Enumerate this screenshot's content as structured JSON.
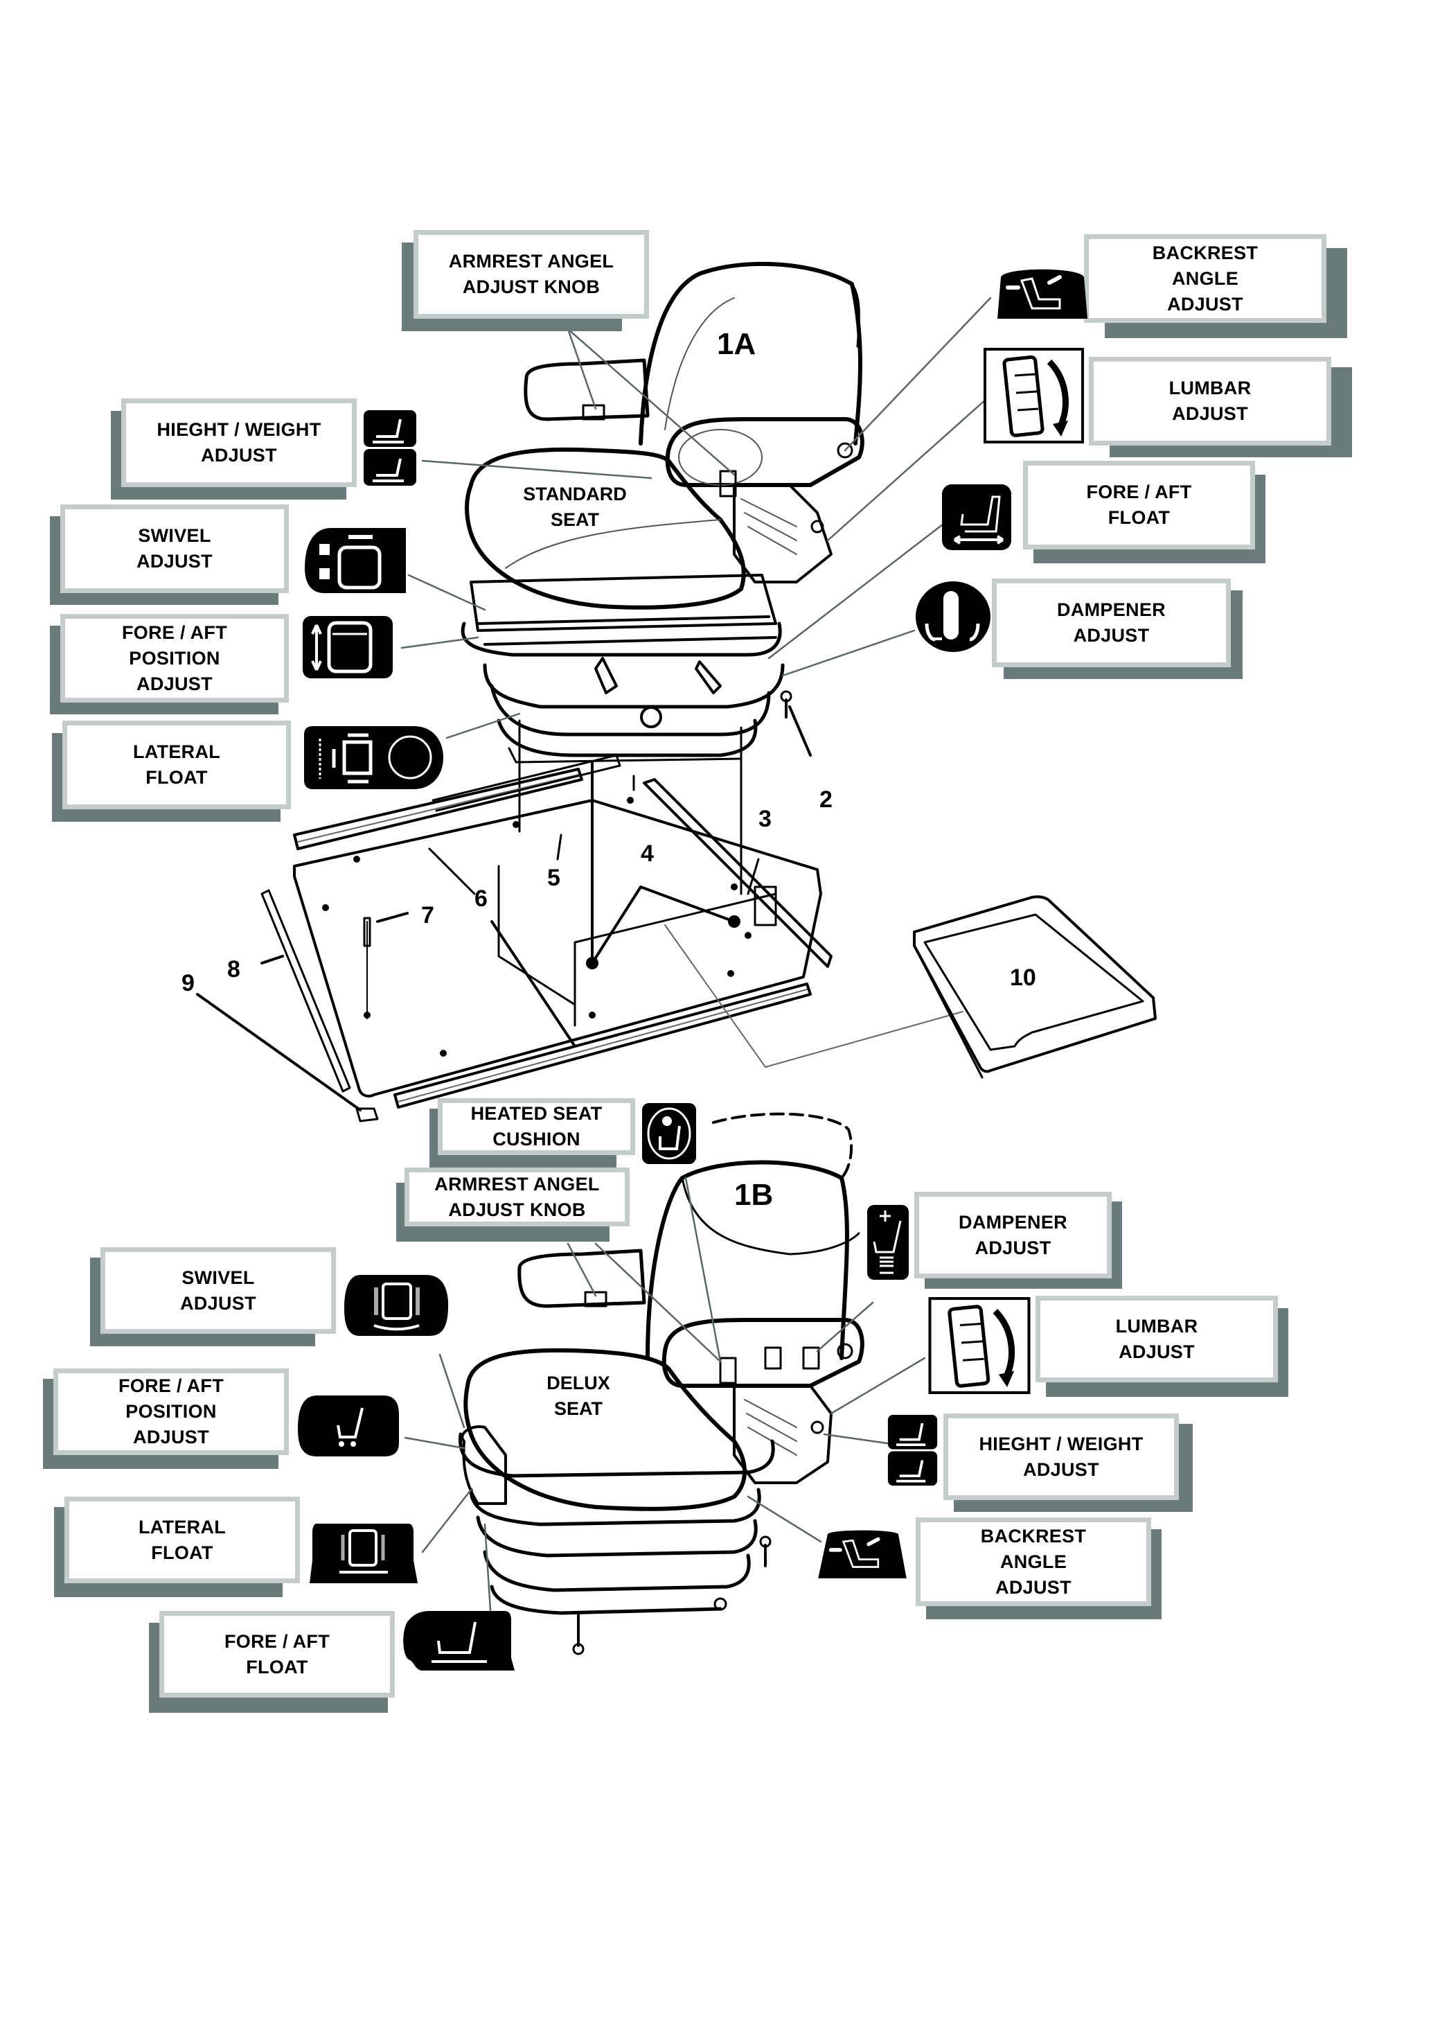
{
  "diagram": {
    "title_a": "1A",
    "title_b": "1B",
    "seat_a_name": "STANDARD\nSEAT",
    "seat_b_name": "DELUX\nSEAT",
    "colors": {
      "shadow": "#6b7b7c",
      "box_border": "#c5cdcc",
      "ink": "#000000"
    },
    "seat_1a_callouts": [
      {
        "id": "armrest-angle-adjust-knob",
        "label": "ARMREST ANGEL\nADJUST KNOB",
        "icon": "none"
      },
      {
        "id": "backrest-angle-adjust",
        "label": "BACKREST\nANGLE\nADJUST",
        "icon": "backrest-recline-icon"
      },
      {
        "id": "lumbar-adjust",
        "label": "LUMBAR\nADJUST",
        "icon": "lumbar-knob-icon"
      },
      {
        "id": "height-weight-adjust",
        "label": "HIEGHT / WEIGHT\nADJUST",
        "icon": "height-weight-icon"
      },
      {
        "id": "fore-aft-float",
        "label": "FORE / AFT\nFLOAT",
        "icon": "fore-aft-float-icon"
      },
      {
        "id": "swivel-adjust",
        "label": "SWIVEL\nADJUST",
        "icon": "swivel-lock-icon"
      },
      {
        "id": "dampener-adjust",
        "label": "DAMPENER\nADJUST",
        "icon": "dampener-dial-icon"
      },
      {
        "id": "fore-aft-position-adjust",
        "label": "FORE / AFT\nPOSITION\nADJUST",
        "icon": "fore-aft-position-icon"
      },
      {
        "id": "lateral-float",
        "label": "LATERAL\nFLOAT",
        "icon": "lateral-float-icon"
      }
    ],
    "part_numbers": [
      "2",
      "3",
      "4",
      "5",
      "6",
      "7",
      "8",
      "9",
      "10"
    ],
    "seat_1b_callouts": [
      {
        "id": "heated-seat-cushion",
        "label": "HEATED SEAT\nCUSHION",
        "icon": "heated-seat-icon"
      },
      {
        "id": "armrest-angle-adjust-knob",
        "label": "ARMREST ANGEL\nADJUST KNOB",
        "icon": "none"
      },
      {
        "id": "dampener-adjust",
        "label": "DAMPENER\nADJUST",
        "icon": "dampener-plus-minus-icon"
      },
      {
        "id": "swivel-adjust",
        "label": "SWIVEL\nADJUST",
        "icon": "swivel-seat-icon"
      },
      {
        "id": "lumbar-adjust",
        "label": "LUMBAR\nADJUST",
        "icon": "lumbar-knob-icon"
      },
      {
        "id": "fore-aft-position-adjust",
        "label": "FORE / AFT\nPOSITION\nADJUST",
        "icon": "fore-aft-position-icon"
      },
      {
        "id": "height-weight-adjust",
        "label": "HIEGHT / WEIGHT\nADJUST",
        "icon": "height-weight-icon"
      },
      {
        "id": "lateral-float",
        "label": "LATERAL\nFLOAT",
        "icon": "lateral-float-icon"
      },
      {
        "id": "backrest-angle-adjust",
        "label": "BACKREST\nANGLE\nADJUST",
        "icon": "backrest-recline-icon"
      },
      {
        "id": "fore-aft-float",
        "label": "FORE / AFT\nFLOAT",
        "icon": "fore-aft-float-icon"
      }
    ]
  }
}
